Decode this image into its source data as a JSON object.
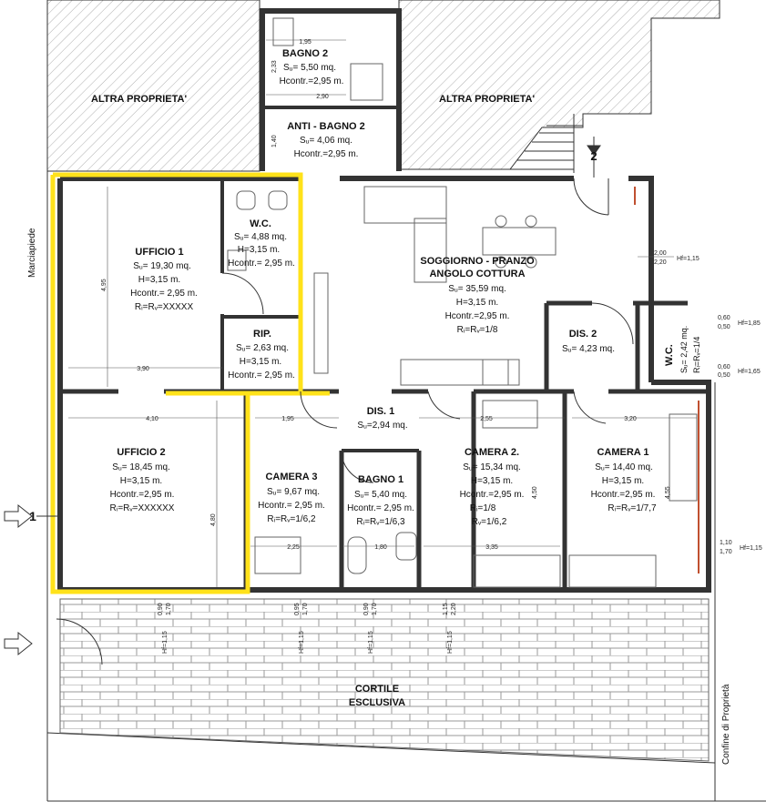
{
  "colors": {
    "highlight": "#ffe21a",
    "wall": "#4a4a4a",
    "hatch": "#8c8c8c",
    "tile": "#9a9a9a",
    "line": "#222222"
  },
  "outside": {
    "altra_left": "ALTRA PROPRIETA'",
    "altra_right": "ALTRA PROPRIETA'",
    "marciapiede": "Marciapiede",
    "confine": "Confine di Proprietà",
    "cortile_1": "CORTILE",
    "cortile_2": "ESCLUSIVA"
  },
  "markers": {
    "left": "1",
    "stair": "2"
  },
  "rooms": {
    "bagno2": {
      "name": "BAGNO 2",
      "l1": "Sᵤ= 5,50 mq.",
      "l2": "Hcontr.=2,95 m."
    },
    "antibagno2": {
      "name": "ANTI - BAGNO 2",
      "l1": "Sᵤ= 4,06 mq.",
      "l2": "Hcontr.=2,95 m."
    },
    "ufficio1": {
      "name": "UFFICIO 1",
      "l1": "Sᵤ= 19,30 mq.",
      "l2": "H=3,15 m.",
      "l3": "Hcontr.= 2,95 m.",
      "l4": "Rᵢ=Rᵥ=XXXXX"
    },
    "wc1": {
      "name": "W.C.",
      "l1": "Sᵤ= 4,88 mq.",
      "l2": "H=3,15 m.",
      "l3": "Hcontr.= 2,95 m."
    },
    "rip": {
      "name": "RIP.",
      "l1": "Sᵤ= 2,63 mq.",
      "l2": "H=3,15 m.",
      "l3": "Hcontr.= 2,95 m."
    },
    "soggiorno": {
      "name": "SOGGIORNO - PRANZO",
      "name2": "ANGOLO COTTURA",
      "l1": "Sᵤ= 35,59 mq.",
      "l2": "H=3,15 m.",
      "l3": "Hcontr.=2,95 m.",
      "l4": "Rᵢ=Rᵥ=1/8"
    },
    "dis2": {
      "name": "DIS. 2",
      "l1": "Sᵤ= 4,23 mq."
    },
    "wc2": {
      "name": "W.C.",
      "l1": "Sᵤ= 2,42 mq.",
      "l2": "Rᵢ=Rᵥ=1/4"
    },
    "dis1": {
      "name": "DIS. 1",
      "l1": "Sᵤ=2,94 mq."
    },
    "ufficio2": {
      "name": "UFFICIO 2",
      "l1": "Sᵤ= 18,45 mq.",
      "l2": "H=3,15 m.",
      "l3": "Hcontr.=2,95 m.",
      "l4": "Rᵢ=Rᵥ=XXXXXX"
    },
    "camera3": {
      "name": "CAMERA 3",
      "l1": "Sᵤ= 9,67 mq.",
      "l2": "Hcontr.= 2,95 m.",
      "l3": "Rᵢ=Rᵥ=1/6,2"
    },
    "bagno1": {
      "name": "BAGNO 1",
      "l1": "Sᵤ= 5,40 mq.",
      "l2": "Hcontr.= 2,95 m.",
      "l3": "Rᵢ=Rᵥ=1/6,3"
    },
    "camera2": {
      "name": "CAMERA 2.",
      "l1": "Sᵤ= 15,34 mq.",
      "l2": "H=3,15 m.",
      "l3": "Hcontr.=2,95 m.",
      "l4": "Rᵢ=1/8",
      "l5": "Rᵥ=1/6,2"
    },
    "camera1": {
      "name": "CAMERA 1",
      "l1": "Sᵤ= 14,40 mq.",
      "l2": "H=3,15 m.",
      "l3": "Hcontr.=2,95 m.",
      "l4": "Rᵢ=Rᵥ=1/7,7"
    }
  },
  "dims": {
    "d_195": "1,95",
    "d_233": "2,33",
    "d_290": "2,90",
    "d_140": "1,40",
    "d_495": "4,95",
    "d_390": "3,90",
    "d_410": "4,10",
    "d_480": "4,80",
    "d_195b": "1,95",
    "d_255": "2,55",
    "d_320": "3,20",
    "d_225": "2,25",
    "d_180": "1,80",
    "d_335": "3,35",
    "d_450": "4,50",
    "d_455": "4,55",
    "d_200": "2,00",
    "d_220": "2,20",
    "d_060a": "0,60",
    "d_050a": "0,50",
    "d_060b": "0,60",
    "d_050b": "0,50",
    "d_110": "1,10",
    "d_170": "1,70",
    "hf_115a": "Hf=1,15",
    "hf_185": "Hf=1,85",
    "hf_165": "Hf=1,65",
    "hf_115b": "Hf=1,15",
    "s_090a": "0,90",
    "s_170a": "1,70",
    "hf_bot1": "Hf=1,15",
    "s_095": "0,95",
    "s_170b": "1,70",
    "hf_bot2": "Hf=1,15",
    "s_090b": "0,90",
    "s_170c": "1,70",
    "hf_bot3": "Hf=1,15",
    "s_115": "1,15",
    "s_220": "2,20",
    "hf_bot4": "Hf=1,15"
  }
}
